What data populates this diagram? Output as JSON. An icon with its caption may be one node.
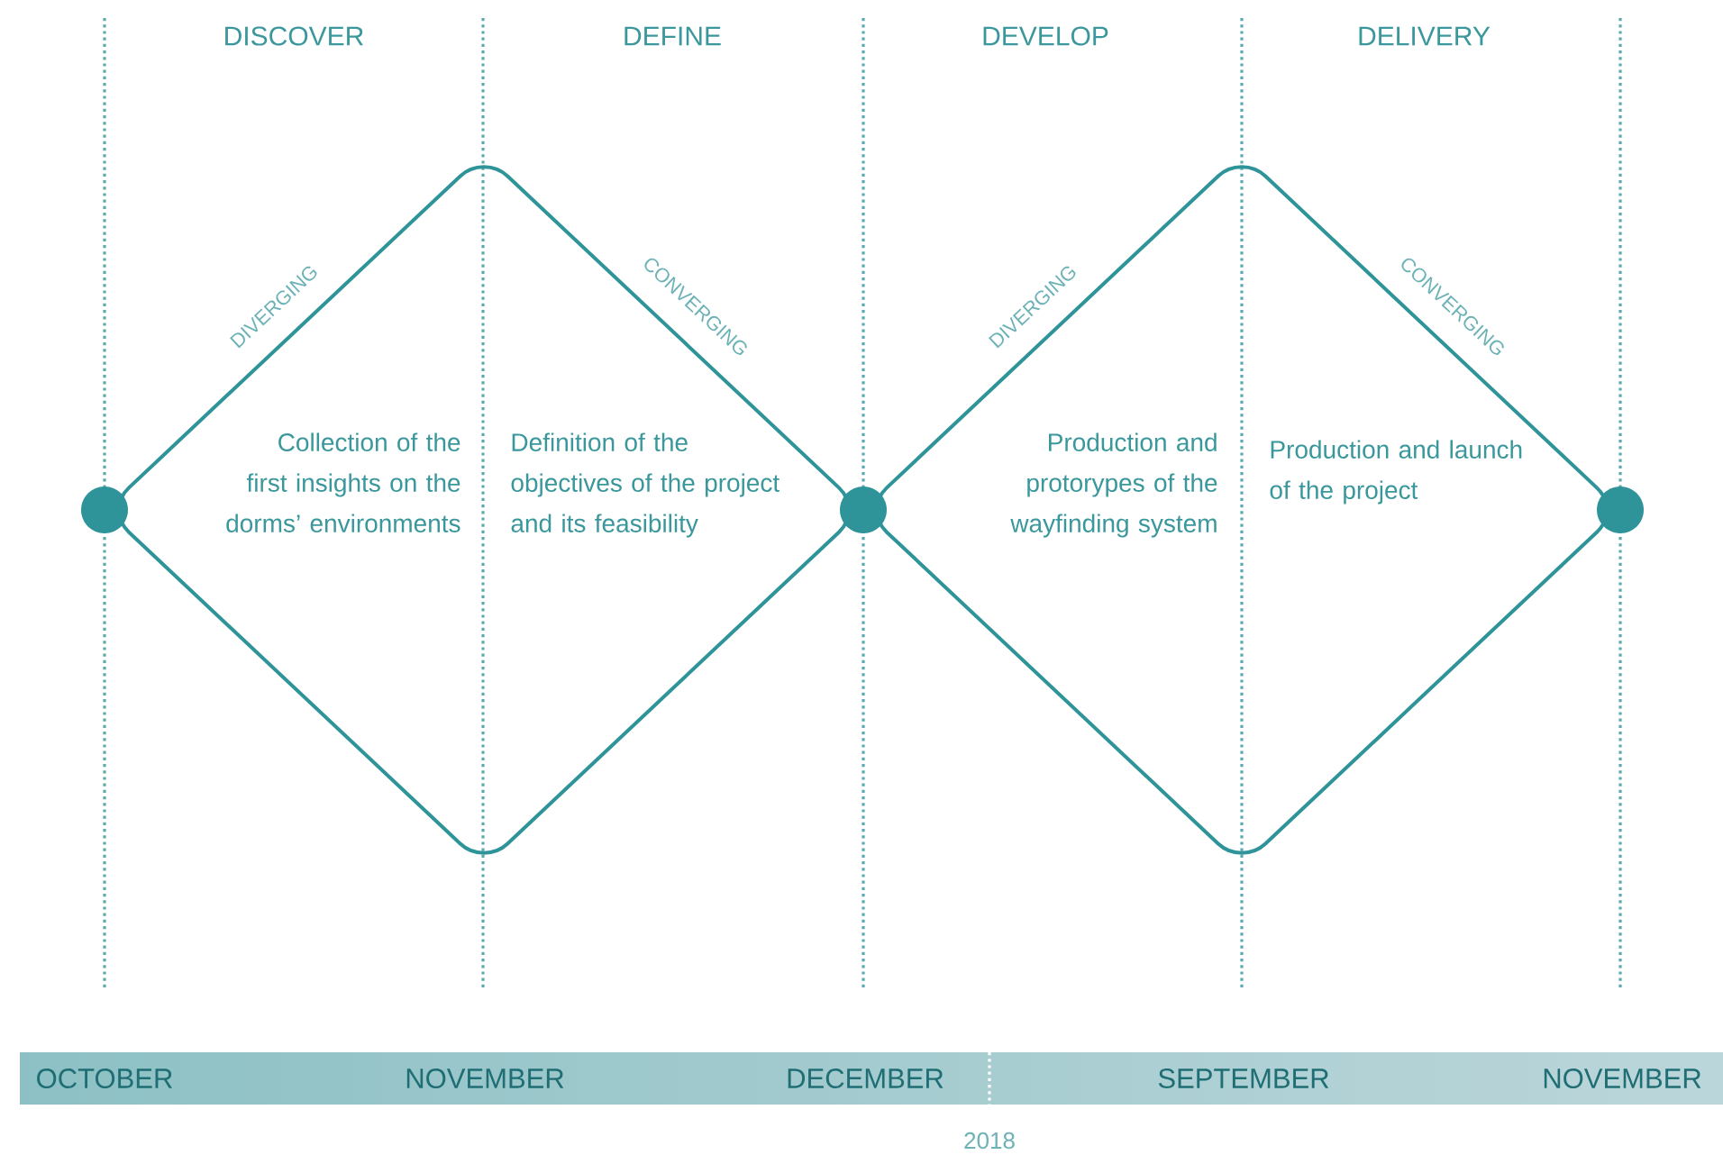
{
  "diagram": {
    "nodes": [
      {
        "text": [
          "Collection of the first insights on the dorms’ environments",
          "Definition of the objectives of the project and its feasibility"
        ]
      },
      {
        "text": [
          "Production and protorypes of the wayfinding system",
          "Production and launch of the project"
        ]
      },
      {
        "text": [],
        "shape": "circle"
      },
      {
        "text": [],
        "shape": "circle"
      },
      {
        "text": [],
        "shape": "circle"
      },
      {
        "text": [
          "OCTOBER",
          "NOVEMBER",
          "DECEMBER",
          "SEPTEMBER",
          "NOVEMBER"
        ]
      }
    ],
    "labels": [
      "DISCOVER",
      "DEFINE",
      "DEVELOP",
      "DELIVERY",
      "DIVERGING",
      "CONVERGING",
      "DIVERGING",
      "CONVERGING",
      "2018"
    ]
  }
}
